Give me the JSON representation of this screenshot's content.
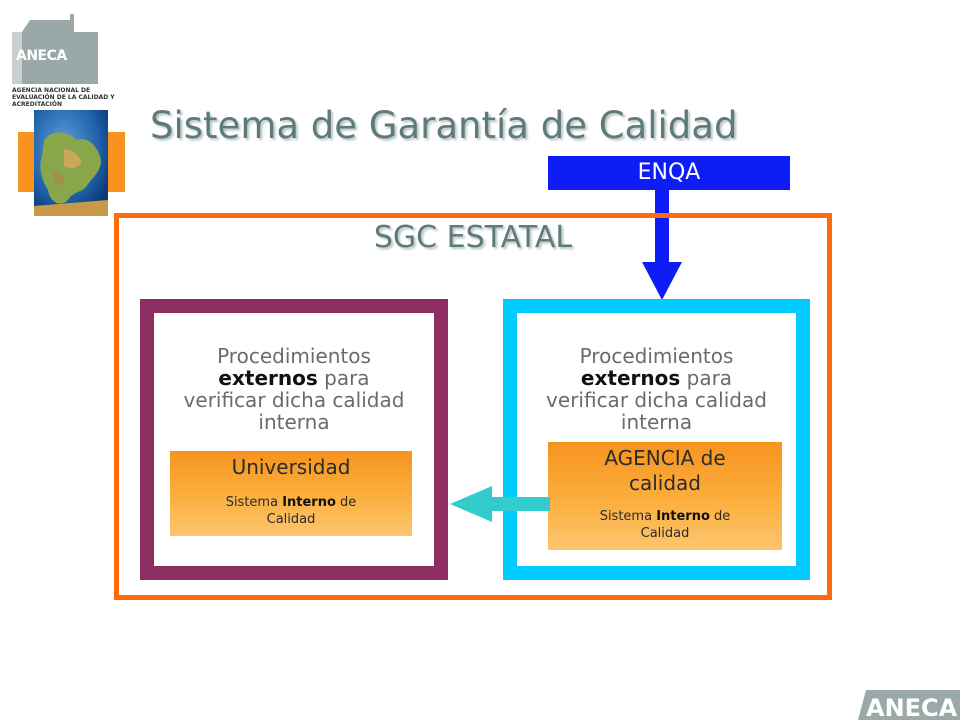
{
  "header": {
    "logo_name": "ANECA",
    "logo_subtitle": "AGENCIA NACIONAL DE EVALUACIÓN DE LA CALIDAD Y ACREDITACIÓN",
    "title": "Sistema de Garantía de Calidad"
  },
  "enqa": {
    "label": "ENQA"
  },
  "sgc": {
    "label": "SGC ESTATAL"
  },
  "left_panel": {
    "proc_line1": "Procedimientos",
    "proc_bold": "externos",
    "proc_after_bold": " para",
    "proc_line3": "verificar dicha calidad",
    "proc_line4": "interna",
    "box_title": "Universidad",
    "box_sub_before": "Sistema ",
    "box_sub_bold": "Interno",
    "box_sub_after": " de",
    "box_sub_line2": "Calidad"
  },
  "right_panel": {
    "proc_line1": "Procedimientos",
    "proc_bold": "externos",
    "proc_after_bold": " para",
    "proc_line3": "verificar dicha calidad",
    "proc_line4": "interna",
    "box_title_line1": "AGENCIA de",
    "box_title_line2": "calidad",
    "box_sub_before": "Sistema ",
    "box_sub_bold": "Interno",
    "box_sub_after": " de",
    "box_sub_line2": "Calidad"
  },
  "footer": {
    "logo_name": "ANECA"
  },
  "colors": {
    "sgc_border": "#ff6a0d",
    "university_border": "#8f2e62",
    "agency_border": "#00ccff",
    "enqa_blue": "#0e1cf5",
    "arrow_teal": "#33cccc",
    "orange_box": "#f7931e",
    "title_gray": "#5f7a7a"
  },
  "icons": {
    "logo": "aneca-logo-icon",
    "globe": "europe-globe-icon",
    "enqa_arrow": "arrow-down-icon",
    "agency_arrow": "arrow-left-icon"
  }
}
